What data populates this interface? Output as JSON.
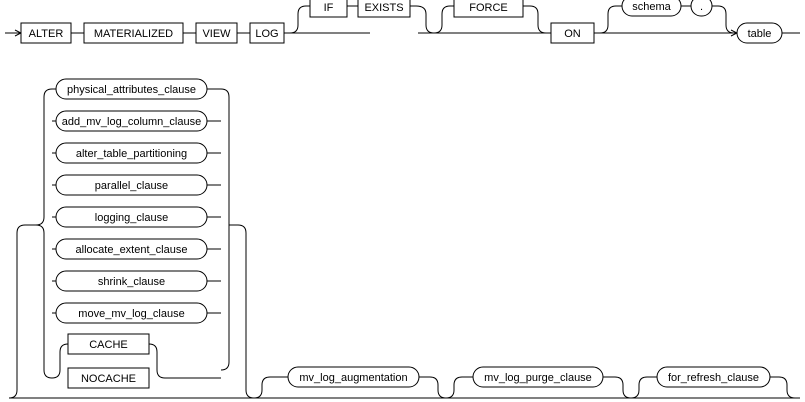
{
  "row1": {
    "keywords": {
      "alter": "ALTER",
      "materialized": "MATERIALIZED",
      "view": "VIEW",
      "log": "LOG",
      "if": "IF",
      "exists": "EXISTS",
      "force": "FORCE",
      "on": "ON"
    },
    "schema": "schema",
    "dot": ".",
    "table": "table"
  },
  "clauses": [
    "physical_attributes_clause",
    "add_mv_log_column_clause",
    "alter_table_partitioning",
    "parallel_clause",
    "logging_clause",
    "allocate_extent_clause",
    "shrink_clause",
    "move_mv_log_clause"
  ],
  "cache_options": [
    "CACHE",
    "NOCACHE"
  ],
  "tail": {
    "augmentation": "mv_log_augmentation",
    "purge": "mv_log_purge_clause",
    "refresh": "for_refresh_clause"
  }
}
